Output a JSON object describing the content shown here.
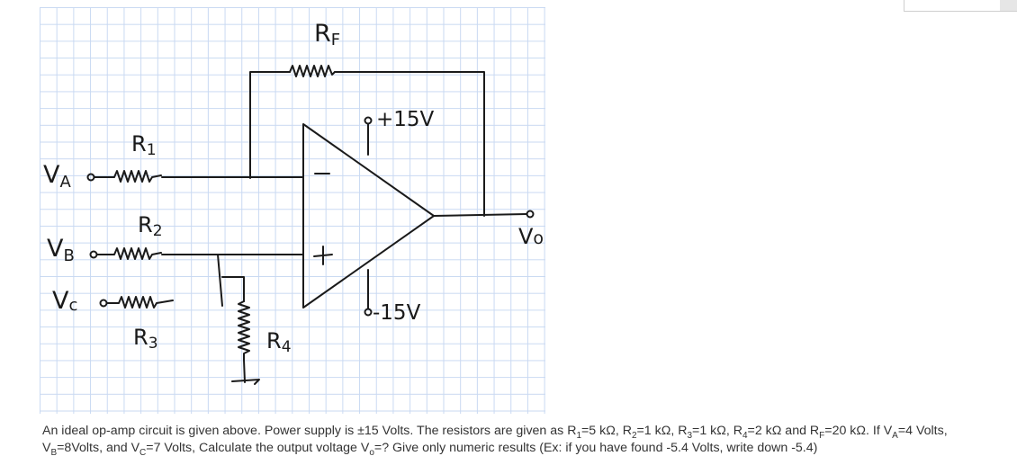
{
  "diagram": {
    "labels": {
      "rf": "R",
      "rf_sub": "F",
      "r1": "R",
      "r1_sub": "1",
      "r2": "R",
      "r2_sub": "2",
      "r3": "R",
      "r3_sub": "3",
      "r4": "R",
      "r4_sub": "4",
      "va": "V",
      "va_sub": "A",
      "vb": "V",
      "vb_sub": "B",
      "vc": "V",
      "vc_sub": "c",
      "vo": "V",
      "vo_sub": "o",
      "pos_supply": "+15V",
      "neg_supply": "-15V",
      "inv_input": "−",
      "noninv_input": "+"
    }
  },
  "question": {
    "line1_parts": {
      "p1": "An ideal op-amp circuit is given above.  Power supply is ±15 Volts. The resistors are given as R",
      "s1": "1",
      "p2": "=5 kΩ,  R",
      "s2": "2",
      "p3": "=1 kΩ,  R",
      "s3": "3",
      "p4": "=1 kΩ,  R",
      "s4": "4",
      "p5": "=2 kΩ and  R",
      "s5": "F",
      "p6": "=20 kΩ.  If V",
      "s6": "A",
      "p7": "=4 Volts,"
    },
    "line2_parts": {
      "p1": "V",
      "s1": "B",
      "p2": "=8Volts, and V",
      "s2": "C",
      "p3": "=7 Volts, Calculate the output voltage V",
      "s3": "o",
      "p4": "=?  Give only numeric results (Ex: if you have found -5.4 Volts, write down -5.4)"
    }
  }
}
